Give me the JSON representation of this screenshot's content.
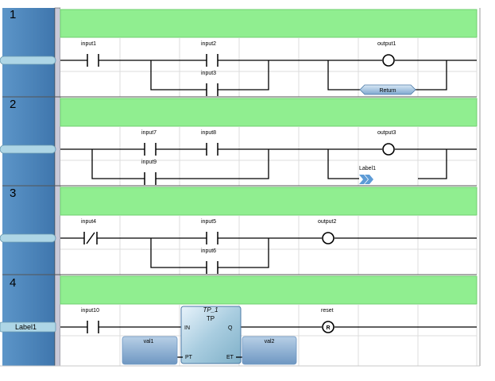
{
  "networks": [
    {
      "number": "1",
      "contacts": [
        {
          "label": "input1",
          "type": "normally-open"
        },
        {
          "label": "input2",
          "type": "normally-open"
        },
        {
          "label": "input3",
          "type": "normally-open"
        }
      ],
      "coil": {
        "label": "output1",
        "type": "coil"
      },
      "return_block": "Return"
    },
    {
      "number": "2",
      "contacts": [
        {
          "label": "input7",
          "type": "normally-open"
        },
        {
          "label": "input8",
          "type": "normally-open"
        },
        {
          "label": "input9",
          "type": "normally-open"
        }
      ],
      "coil": {
        "label": "output3",
        "type": "coil"
      },
      "jump_label": "Label1"
    },
    {
      "number": "3",
      "contacts": [
        {
          "label": "input4",
          "type": "normally-closed"
        },
        {
          "label": "input5",
          "type": "normally-open"
        },
        {
          "label": "input6",
          "type": "normally-open"
        }
      ],
      "coil": {
        "label": "output2",
        "type": "coil"
      }
    },
    {
      "number": "4",
      "rung_label": "Label1",
      "contacts": [
        {
          "label": "input10",
          "type": "normally-open"
        }
      ],
      "function_block": {
        "instance": "TP_1",
        "type": "TP",
        "inputs": [
          "IN",
          "PT"
        ],
        "outputs": [
          "Q",
          "ET"
        ]
      },
      "pt_variable": "val1",
      "et_variable": "val2",
      "coil": {
        "label": "reset",
        "type": "reset-coil",
        "symbol": "R"
      }
    }
  ],
  "colors": {
    "number_strip": "#4a83b8",
    "comment_bar": "#90ee90",
    "rail_tab": "#aed6e6",
    "block_fill": "#9bbfd8",
    "grid": "#dcdcdc"
  }
}
